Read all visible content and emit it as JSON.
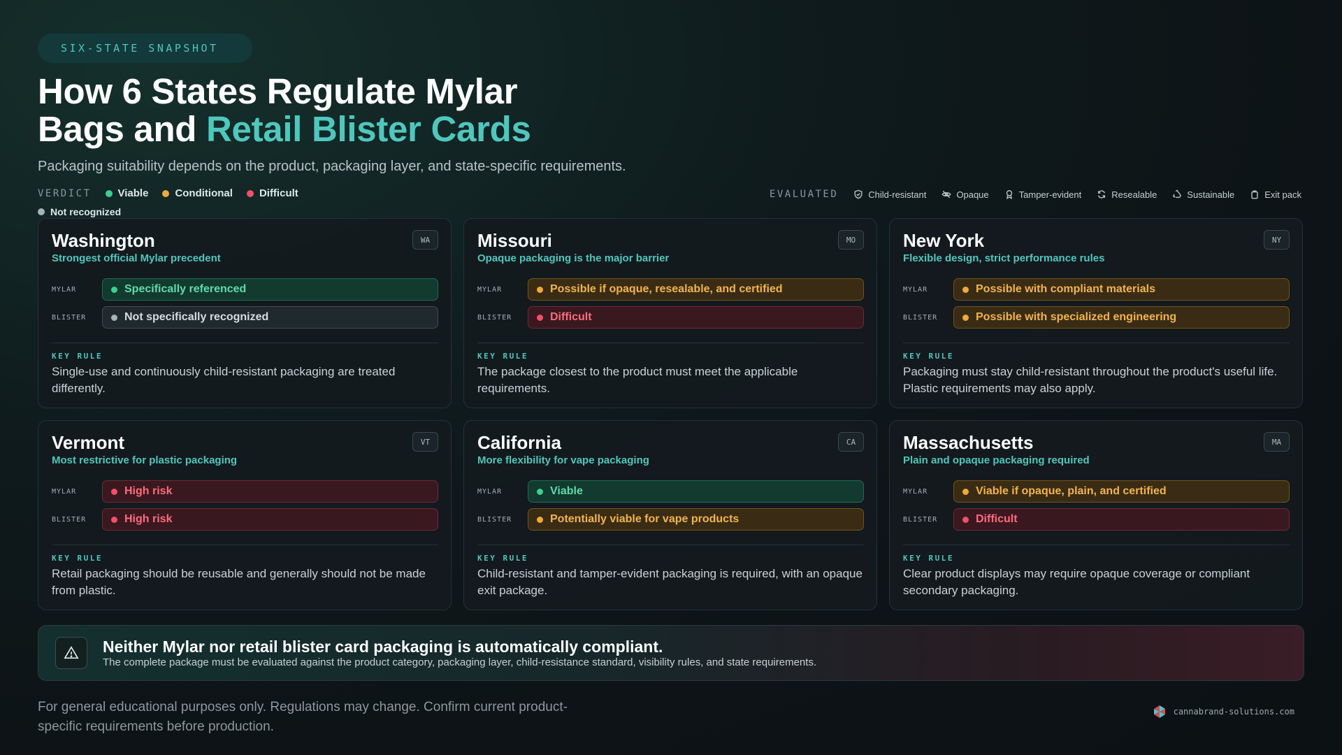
{
  "kicker": "SIX-STATE SNAPSHOT",
  "title": {
    "line1": "How 6 States Regulate Mylar",
    "line2_plain": "Bags and ",
    "line2_accent": "Retail Blister Cards"
  },
  "subtitle": "Packaging suitability depends on the product, packaging layer, and state-specific requirements.",
  "legend": {
    "heading": "VERDICT",
    "items": [
      {
        "label": "Viable",
        "color": "#3ccf8e"
      },
      {
        "label": "Conditional",
        "color": "#f0a93a"
      },
      {
        "label": "Difficult",
        "color": "#f0506a"
      },
      {
        "label": "Not recognized",
        "color": "#a9b3b7"
      }
    ]
  },
  "evaluated": {
    "heading": "EVALUATED",
    "items": [
      {
        "label": "Child-resistant",
        "icon": "shield-icon"
      },
      {
        "label": "Opaque",
        "icon": "eye-off-icon"
      },
      {
        "label": "Tamper-evident",
        "icon": "seal-icon"
      },
      {
        "label": "Resealable",
        "icon": "refresh-icon"
      },
      {
        "label": "Sustainable",
        "icon": "recycle-icon"
      },
      {
        "label": "Exit pack",
        "icon": "package-icon"
      }
    ]
  },
  "row_labels": {
    "mylar": "MYLAR",
    "blister": "BLISTER"
  },
  "key_rule_label": "KEY RULE",
  "states": [
    {
      "name": "Washington",
      "abbr": "WA",
      "tagline": "Strongest official Mylar precedent",
      "mylar": {
        "status": "viable",
        "text": "Specifically referenced"
      },
      "blister": {
        "status": "nr",
        "text": "Not specifically recognized"
      },
      "key_rule": "Single-use and continuously child-resistant packaging are treated differently."
    },
    {
      "name": "Missouri",
      "abbr": "MO",
      "tagline": "Opaque packaging is the major barrier",
      "mylar": {
        "status": "cond",
        "text": "Possible if opaque, resealable, and certified"
      },
      "blister": {
        "status": "diff",
        "text": "Difficult"
      },
      "key_rule": "The package closest to the product must meet the applicable requirements."
    },
    {
      "name": "New York",
      "abbr": "NY",
      "tagline": "Flexible design, strict performance rules",
      "mylar": {
        "status": "cond",
        "text": "Possible with compliant materials"
      },
      "blister": {
        "status": "cond",
        "text": "Possible with specialized engineering"
      },
      "key_rule": "Packaging must stay child-resistant throughout the product's useful life. Plastic requirements may also apply."
    },
    {
      "name": "Vermont",
      "abbr": "VT",
      "tagline": "Most restrictive for plastic packaging",
      "mylar": {
        "status": "diff",
        "text": "High risk"
      },
      "blister": {
        "status": "diff",
        "text": "High risk"
      },
      "key_rule": "Retail packaging should be reusable and generally should not be made from plastic."
    },
    {
      "name": "California",
      "abbr": "CA",
      "tagline": "More flexibility for vape packaging",
      "mylar": {
        "status": "viable",
        "text": "Viable"
      },
      "blister": {
        "status": "cond",
        "text": "Potentially viable for vape products"
      },
      "key_rule": "Child-resistant and tamper-evident packaging is required, with an opaque exit package."
    },
    {
      "name": "Massachusetts",
      "abbr": "MA",
      "tagline": "Plain and opaque packaging required",
      "mylar": {
        "status": "cond",
        "text": "Viable if opaque, plain, and certified"
      },
      "blister": {
        "status": "diff",
        "text": "Difficult"
      },
      "key_rule": "Clear product displays may require opaque coverage or compliant secondary packaging."
    }
  ],
  "banner": {
    "title": "Neither Mylar nor retail blister card packaging is automatically compliant.",
    "subtitle": "The complete package must be evaluated against the product category, packaging layer, child-resistance standard, visibility rules, and state requirements."
  },
  "footer": "For general educational purposes only. Regulations may change. Confirm current product-specific requirements before production.",
  "brand": "cannabrand-solutions.com"
}
